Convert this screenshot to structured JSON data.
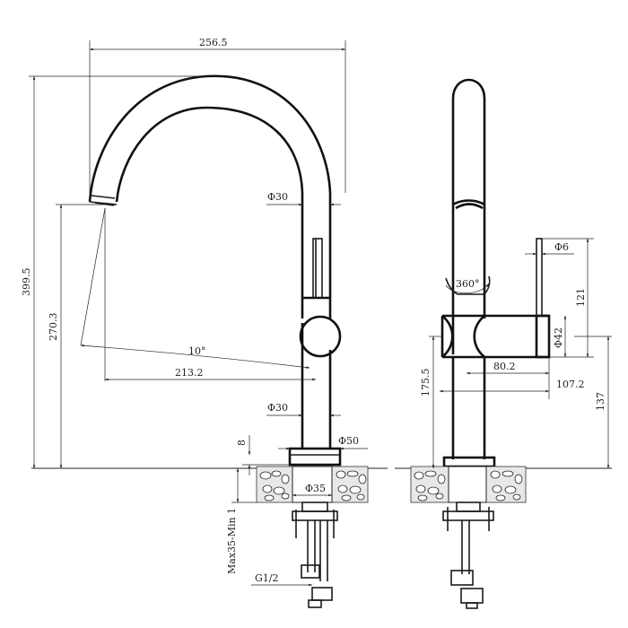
{
  "front_view": {
    "dim_width": "256.5",
    "dim_total_height": "399.5",
    "dim_spout_height": "270.3",
    "dim_reach": "213.2",
    "dim_angle": "10°",
    "dim_spout_dia": "Φ30",
    "dim_body_dia": "Φ30",
    "dim_base_dia": "Φ50",
    "dim_base_thickness": "8",
    "dim_hole_dia": "Φ35",
    "dim_deck": "Max35-Min 1",
    "dim_thread": "G1/2"
  },
  "side_view": {
    "dim_rotation": "360°",
    "dim_lever_dia": "Φ6",
    "dim_handle_dia": "Φ42",
    "dim_lever_height": "121",
    "dim_handle_length": "80.2",
    "dim_handle_reach": "107.2",
    "dim_handle_height": "175.5",
    "dim_handle_top": "137"
  }
}
